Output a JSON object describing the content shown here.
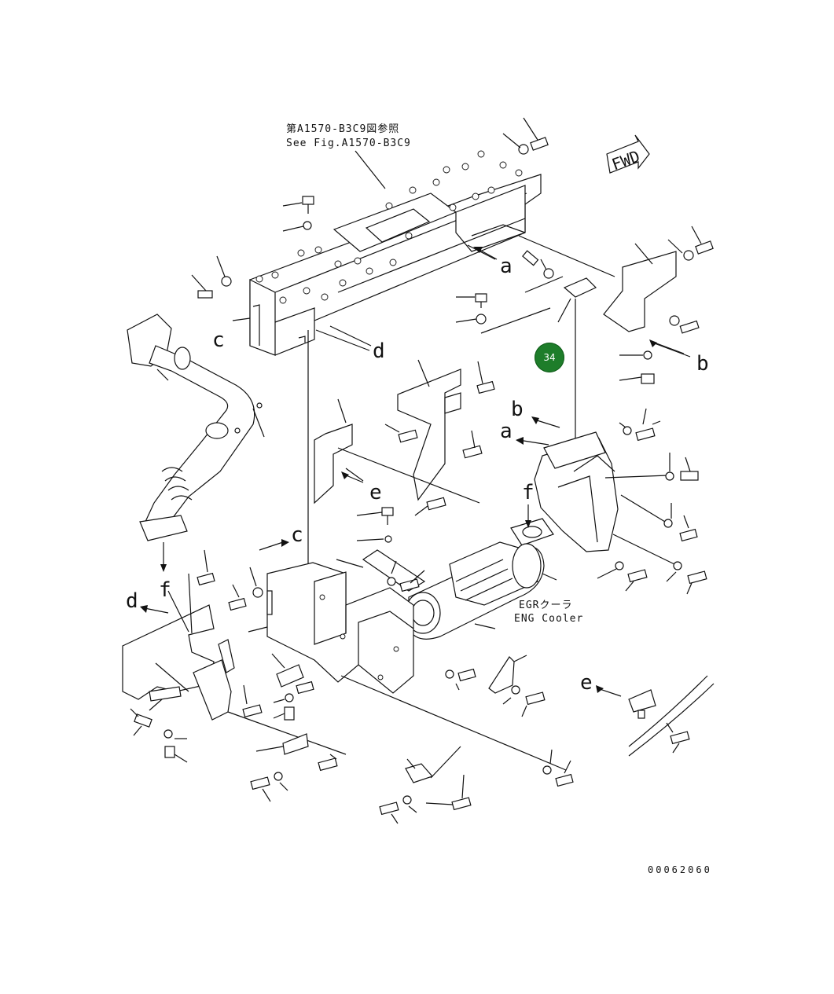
{
  "reference": {
    "line1": "第A1570-B3C9図参照",
    "line2": "See Fig.A1570-B3C9"
  },
  "forward_label": "FWD",
  "egr_cooler": {
    "line1": "EGRクーラ",
    "line2": "ENG Cooler"
  },
  "callout": {
    "number": "34",
    "color": "#1e7d2a"
  },
  "drawing_code": "00062060",
  "letters": {
    "a_top": "a",
    "c_top": "c",
    "d_top": "d",
    "b_right": "b",
    "b_mid": "b",
    "a_mid": "a",
    "e_mid": "e",
    "f_mid": "f",
    "c_low": "c",
    "f_left": "f",
    "d_left": "d",
    "e_right": "e"
  }
}
